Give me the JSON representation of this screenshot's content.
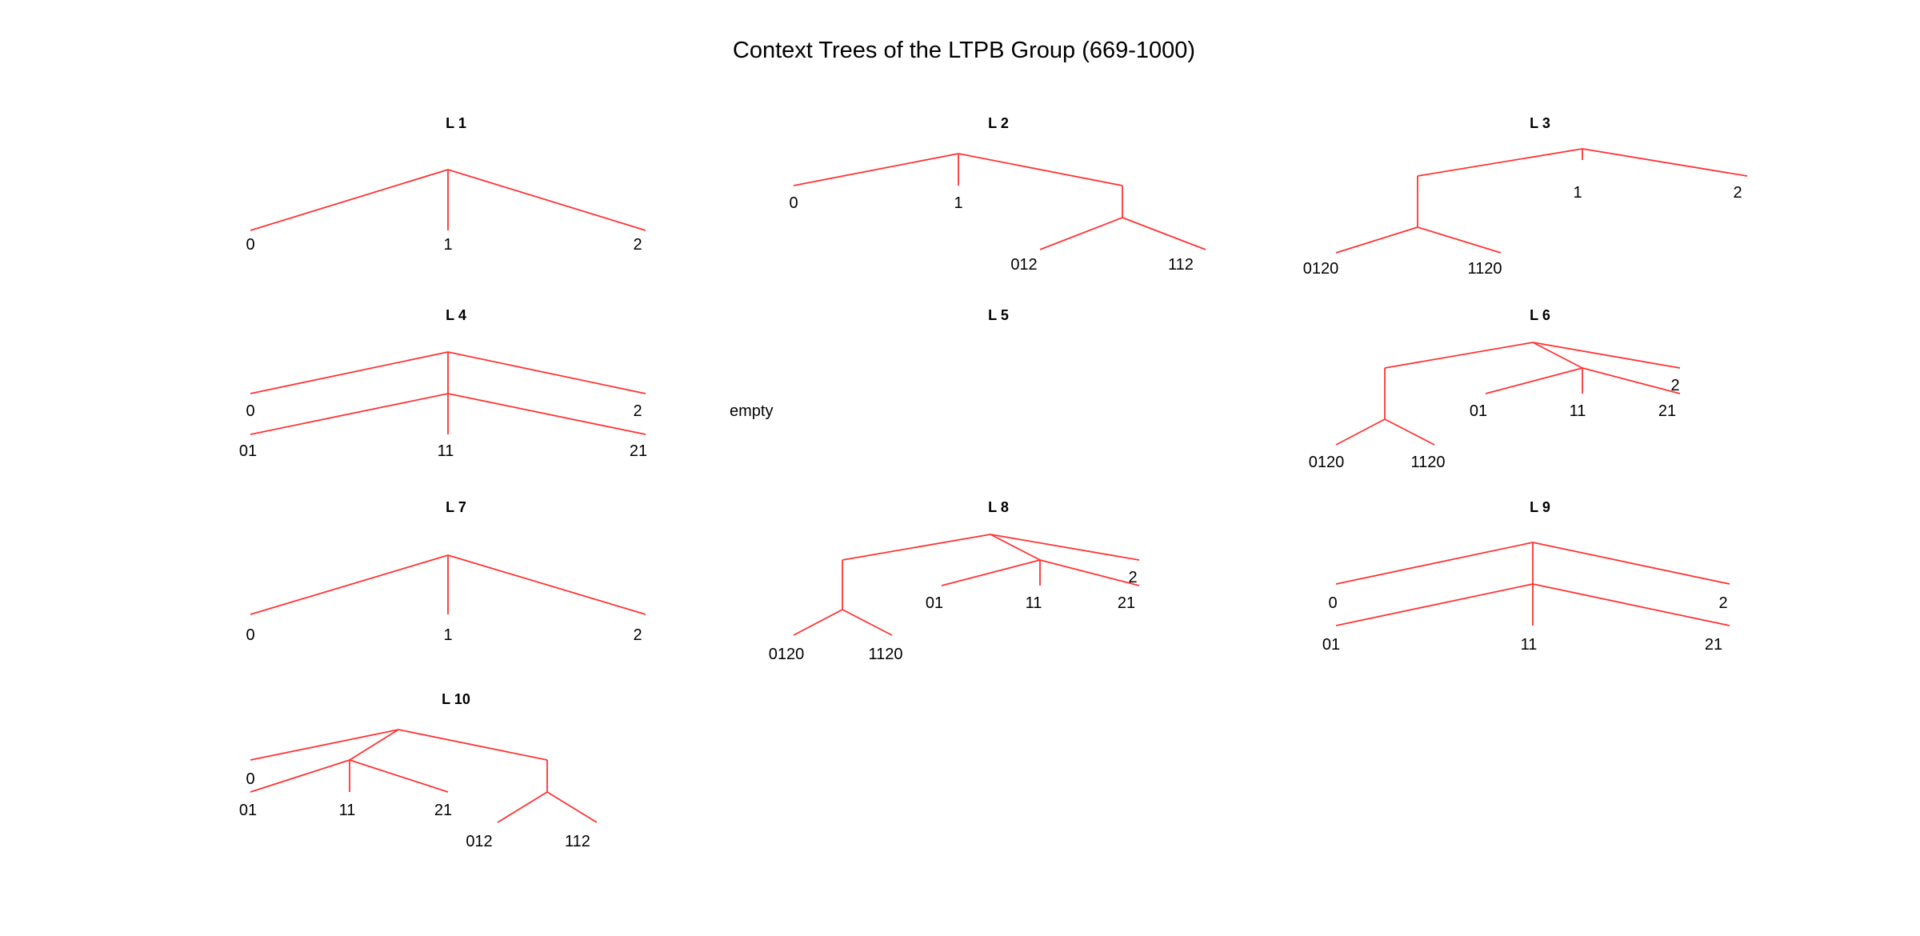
{
  "title": "Context Trees of the LTPB Group (669-1000)",
  "colors": {
    "edge": "#ff3333",
    "text": "#000000",
    "background": "#ffffff"
  },
  "panels": [
    {
      "id": "p1",
      "label": "L 1",
      "leaves": [
        "0",
        "1",
        "2"
      ]
    },
    {
      "id": "p2",
      "label": "L 2",
      "leaves": [
        "0",
        "1",
        "012",
        "112"
      ]
    },
    {
      "id": "p3",
      "label": "L 3",
      "leaves": [
        "1",
        "2",
        "0120",
        "1120"
      ]
    },
    {
      "id": "p4",
      "label": "L 4",
      "leaves": [
        "0",
        "2",
        "01",
        "11",
        "21"
      ]
    },
    {
      "id": "p5",
      "label": "L 5",
      "leaves": [
        "empty"
      ]
    },
    {
      "id": "p6",
      "label": "L 6",
      "leaves": [
        "2",
        "01",
        "11",
        "21",
        "0120",
        "1120"
      ]
    },
    {
      "id": "p7",
      "label": "L 7",
      "leaves": [
        "0",
        "1",
        "2"
      ]
    },
    {
      "id": "p8",
      "label": "L 8",
      "leaves": [
        "2",
        "01",
        "11",
        "21",
        "0120",
        "1120"
      ]
    },
    {
      "id": "p9",
      "label": "L 9",
      "leaves": [
        "0",
        "2",
        "01",
        "11",
        "21"
      ]
    },
    {
      "id": "p10",
      "label": "L 10",
      "leaves": [
        "0",
        "01",
        "11",
        "21",
        "012",
        "112"
      ]
    }
  ]
}
